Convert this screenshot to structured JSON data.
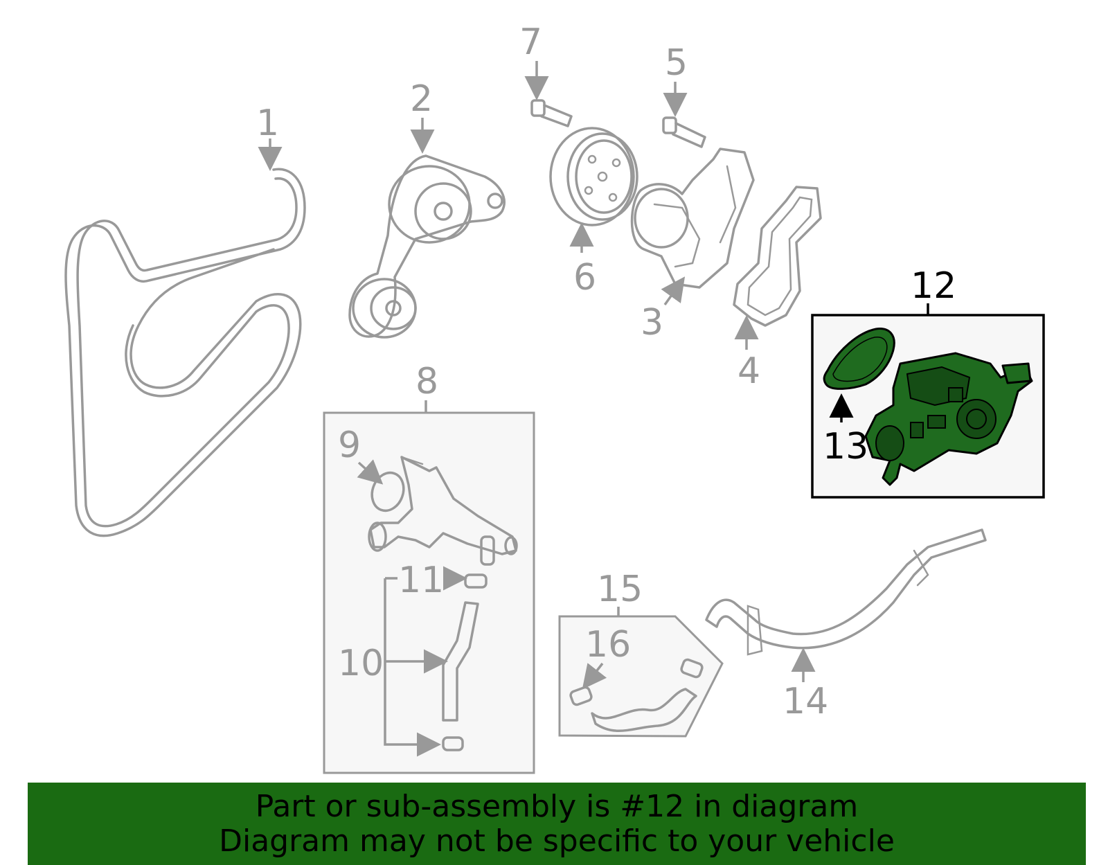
{
  "labels": {
    "n1": "1",
    "n2": "2",
    "n3": "3",
    "n4": "4",
    "n5": "5",
    "n6": "6",
    "n7": "7",
    "n8": "8",
    "n9": "9",
    "n10": "10",
    "n11": "11",
    "n12": "12",
    "n13": "13",
    "n14": "14",
    "n15": "15",
    "n16": "16"
  },
  "highlight": {
    "part_number": "12",
    "color": "#1f6b1f"
  },
  "banner": {
    "line1": "Part or sub-assembly is #12 in diagram",
    "line2": "Diagram may not be specific to your vehicle",
    "background": "#1a6b12"
  }
}
